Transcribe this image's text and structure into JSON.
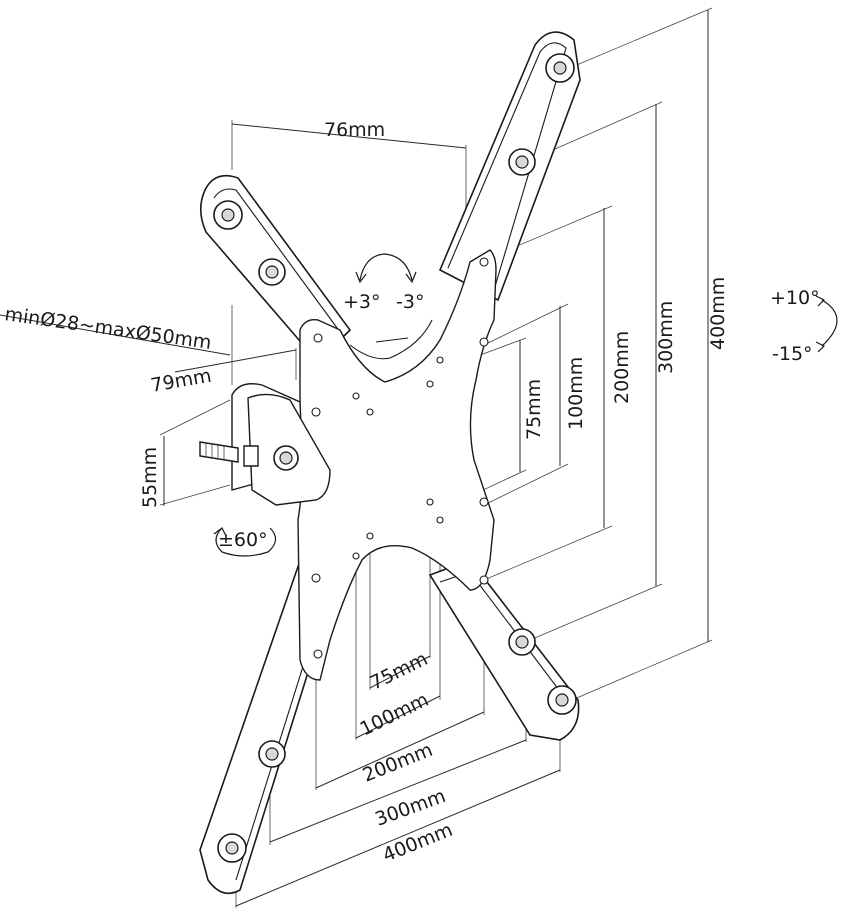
{
  "labels": {
    "top_width": "76mm",
    "tilt_plus": "+3°",
    "tilt_minus": "-3°",
    "pole": "minØ28~maxØ50mm",
    "depth": "79mm",
    "height": "55mm",
    "swivel": "±60°",
    "v75": "75mm",
    "v100": "100mm",
    "v200": "200mm",
    "v300": "300mm",
    "v400": "400mm",
    "h75": "75mm",
    "h100": "100mm",
    "h200": "200mm",
    "h300": "300mm",
    "h400": "400mm",
    "rot_plus": "+10°",
    "rot_minus": "-15°"
  },
  "colors": {
    "line": "#1a1a1a",
    "shade": "#d8d8d8",
    "background": "#ffffff"
  }
}
